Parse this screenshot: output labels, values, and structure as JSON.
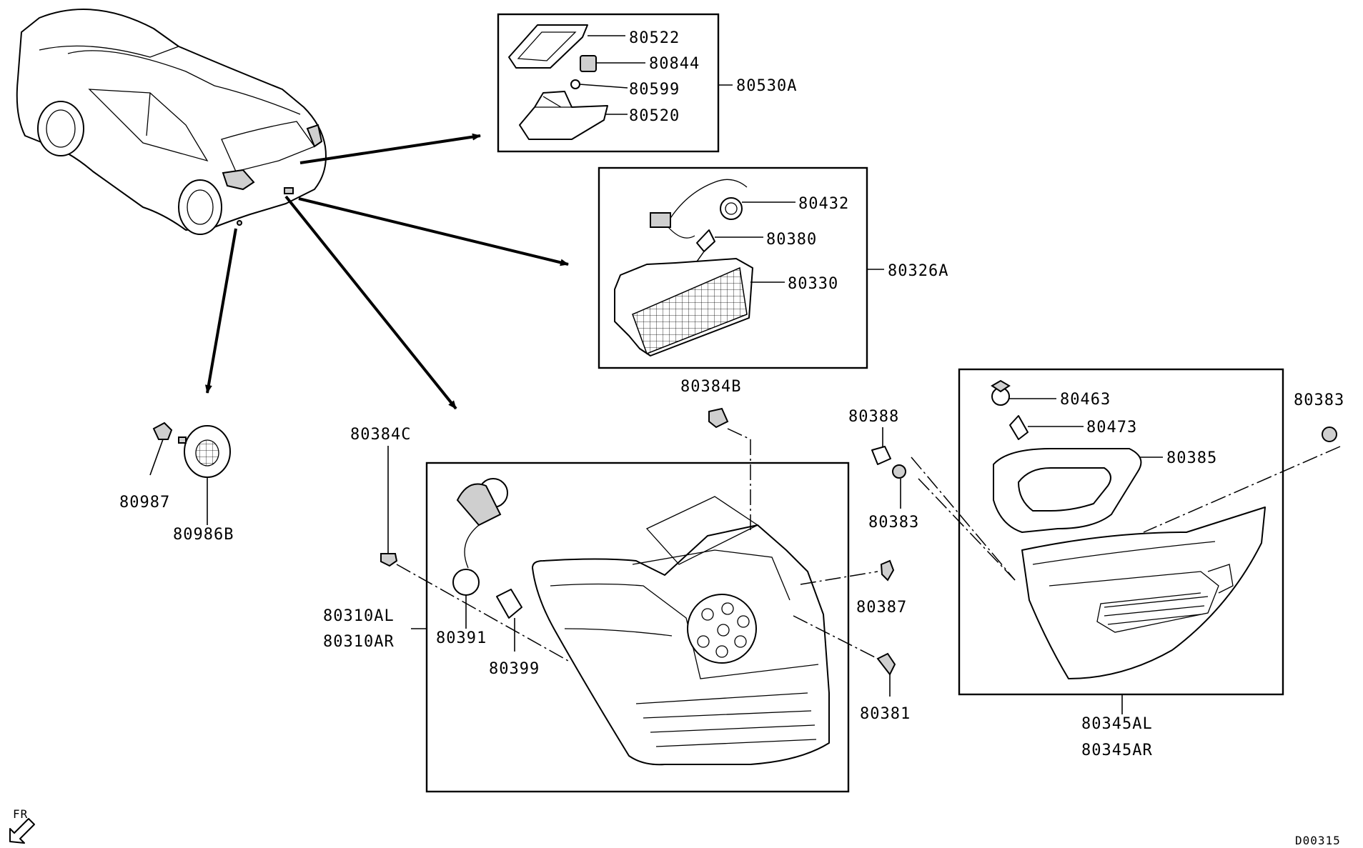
{
  "callouts": {
    "p80522": "80522",
    "p80844": "80844",
    "p80599": "80599",
    "p80520": "80520",
    "p80530A": "80530A",
    "p80432": "80432",
    "p80380": "80380",
    "p80330": "80330",
    "p80326A": "80326A",
    "p80384B": "80384B",
    "p80384C": "80384C",
    "p80388": "80388",
    "p80383_mid": "80383",
    "p80383_right": "80383",
    "p80387": "80387",
    "p80381": "80381",
    "p80463": "80463",
    "p80473": "80473",
    "p80385": "80385",
    "p80345AL": "80345AL",
    "p80345AR": "80345AR",
    "p80310AL": "80310AL",
    "p80310AR": "80310AR",
    "p80391": "80391",
    "p80399": "80399",
    "p80987": "80987",
    "p80986B": "80986B"
  },
  "direction_label": "FR",
  "diagram_code": "D00315"
}
